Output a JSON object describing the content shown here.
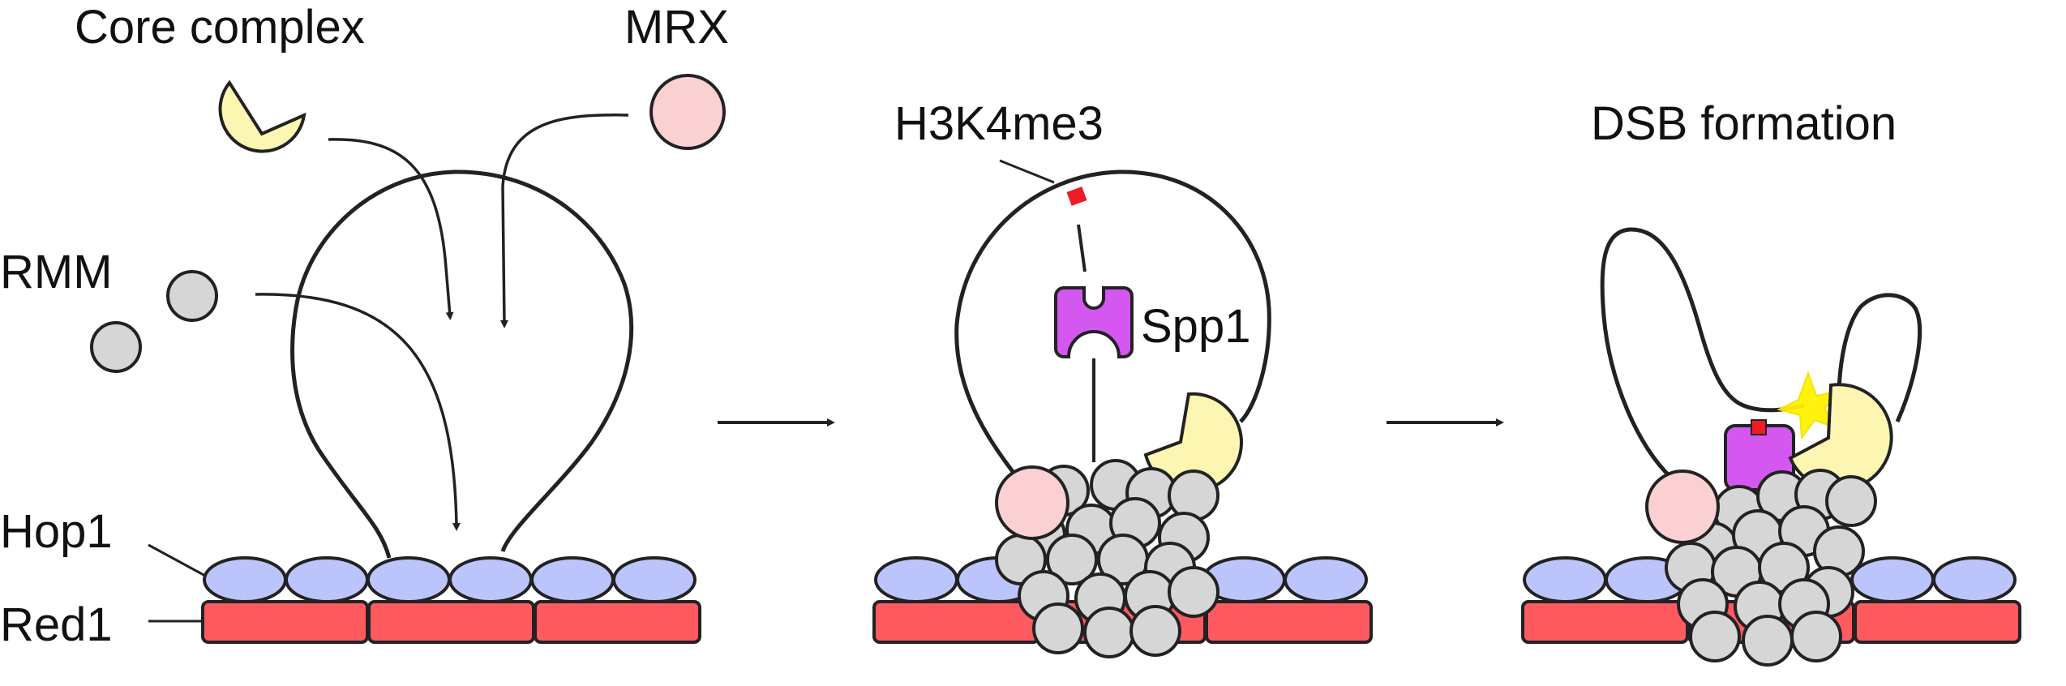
{
  "labels": {
    "core_complex": "Core complex",
    "mrx": "MRX",
    "rmm": "RMM",
    "hop1": "Hop1",
    "red1": "Red1",
    "h3k4me3": "H3K4me3",
    "spp1": "Spp1",
    "dsb_formation": "DSB formation"
  },
  "colors": {
    "hop1": "#bcc5fb",
    "red1": "#ff5a60",
    "rmm": "#d6d6d6",
    "mrx": "#fbd0d3",
    "core_complex": "#fdf6b2",
    "spp1": "#d457f0",
    "h3k4me3_mark": "#ee1c25",
    "dsb_spark": "#fff200",
    "outline": "#222222"
  }
}
